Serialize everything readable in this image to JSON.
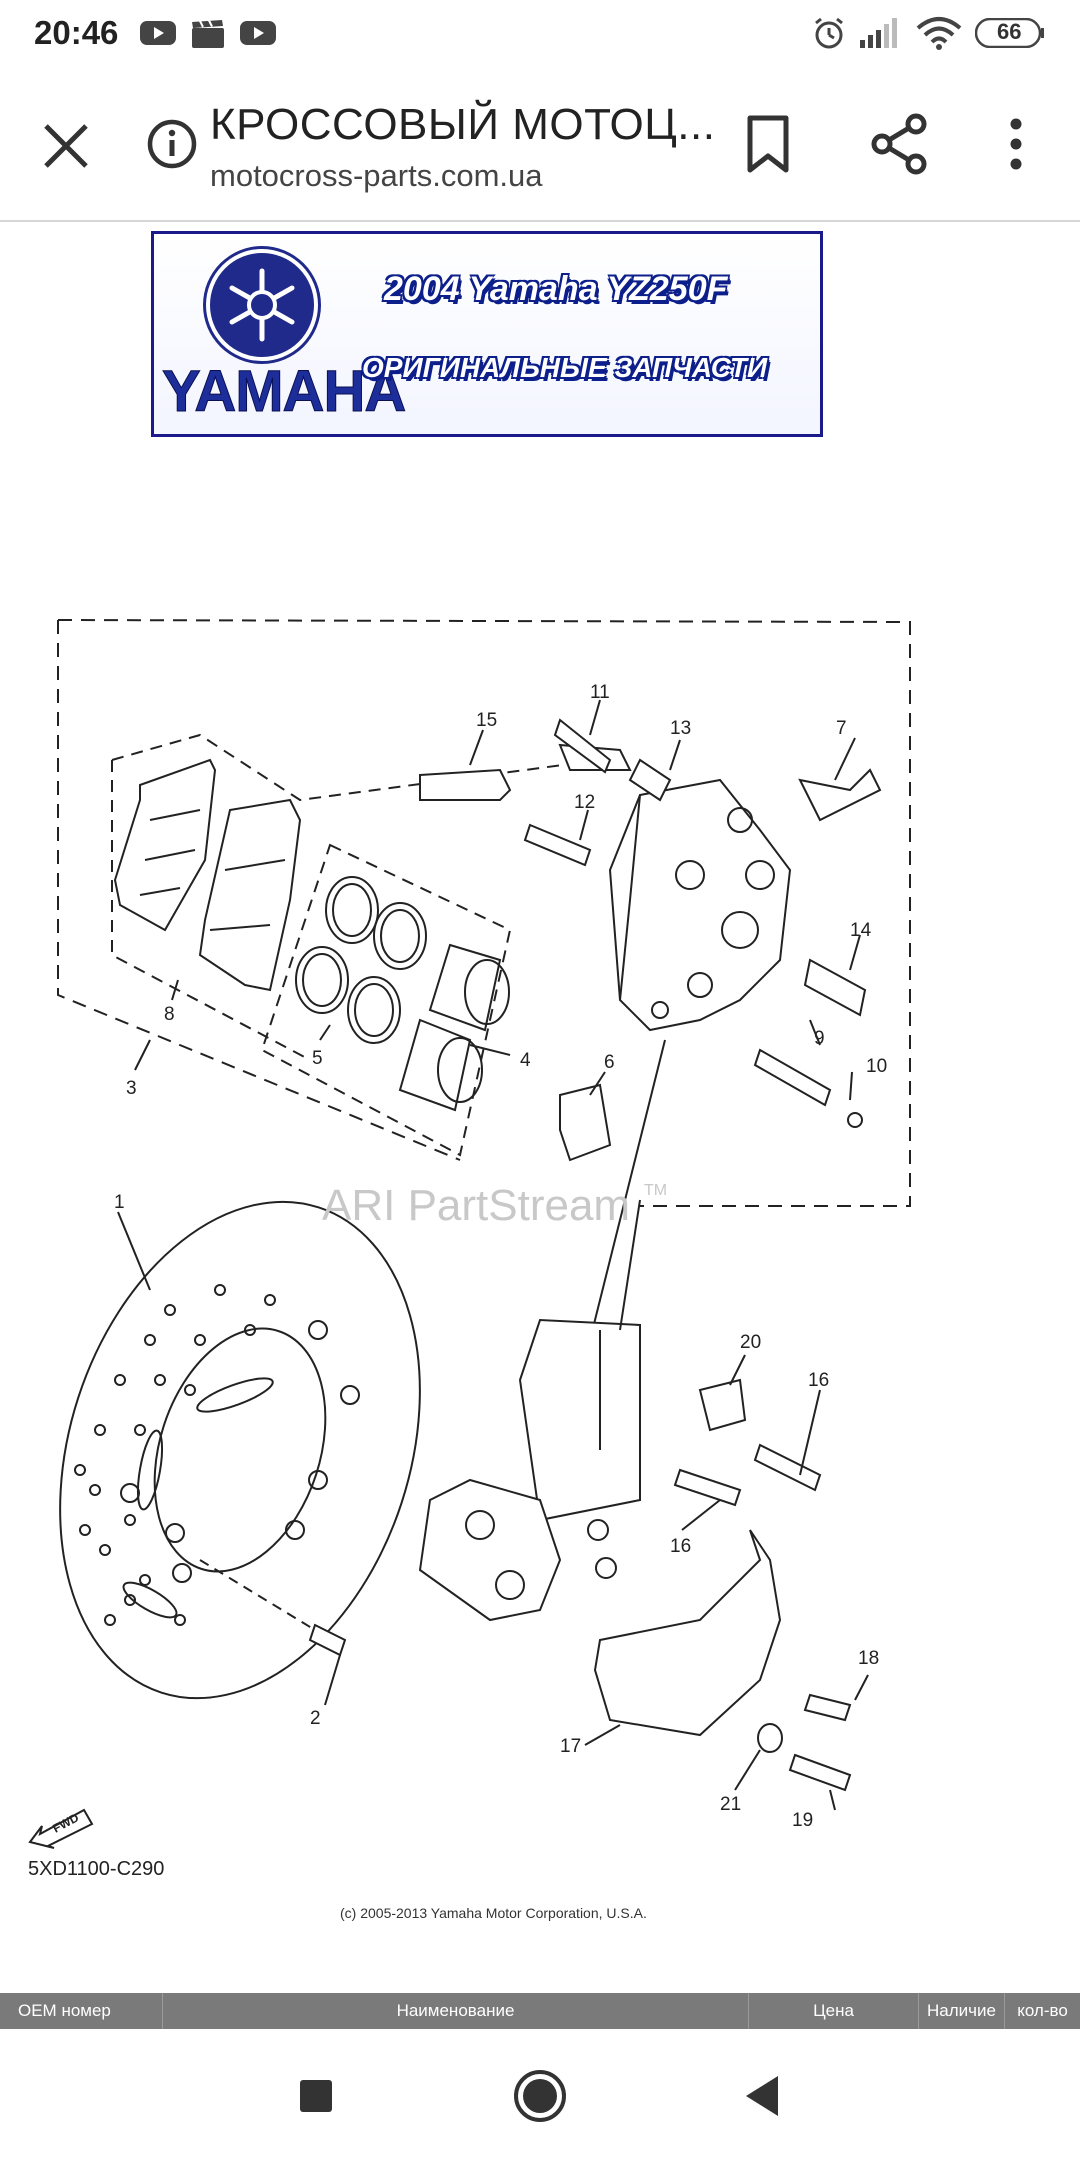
{
  "status_bar": {
    "time": "20:46",
    "battery": "66"
  },
  "browser": {
    "title": "КРОССОВЫЙ МОТОЦ...",
    "url": "motocross-parts.com.ua"
  },
  "banner": {
    "brand": "YAMAHA",
    "line1": "2004 Yamaha YZ250F",
    "line2": "ОРИГИНАЛЬНЫЕ ЗАПЧАСТИ"
  },
  "diagram": {
    "watermark": "ARI PartStream",
    "trademark": "TM",
    "callouts": [
      "1",
      "2",
      "3",
      "4",
      "5",
      "6",
      "7",
      "8",
      "9",
      "10",
      "11",
      "12",
      "13",
      "14",
      "15",
      "16",
      "16",
      "17",
      "18",
      "19",
      "20",
      "21"
    ],
    "fwd_label": "FWD",
    "part_code": "5XD1100-C290",
    "copyright": "(c) 2005-2013 Yamaha Motor Corporation, U.S.A."
  },
  "table_header": [
    "OEM номер",
    "Наименование",
    "Цена",
    "Наличие",
    "кол-во"
  ],
  "icons": {
    "close": "close-icon",
    "info": "info-icon",
    "bookmark": "bookmark-icon",
    "share": "share-icon",
    "more": "more-vertical-icon",
    "nav_recents": "recents-square-icon",
    "nav_home": "home-circle-icon",
    "nav_back": "back-triangle-icon"
  }
}
